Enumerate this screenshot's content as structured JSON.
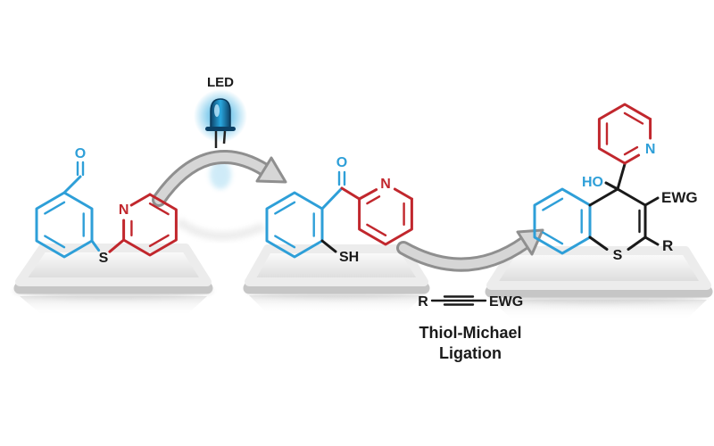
{
  "scheme": {
    "led_label": "LED",
    "reagent": {
      "r": "R",
      "ewg": "EWG"
    },
    "reaction": {
      "line1": "Thiol-Michael",
      "line2": "Ligation"
    }
  },
  "molecules": {
    "left": {
      "aldehyde_o": "O",
      "thioether_s": "S",
      "pyridine_n": "N"
    },
    "middle": {
      "ketone_o": "O",
      "pyridine_n": "N",
      "thiol": "SH"
    },
    "right": {
      "hydroxyl": "HO",
      "pyridine_n": "N",
      "ewg": "EWG",
      "r_group": "R",
      "sulfur": "S"
    }
  },
  "colors": {
    "blue": "#2E9FD8",
    "red": "#C1272D",
    "black": "#1a1a1a",
    "platform_gray": "#ededed",
    "arrow_gray": "#d6d6d6",
    "led_glow": "#2aa8e0"
  }
}
